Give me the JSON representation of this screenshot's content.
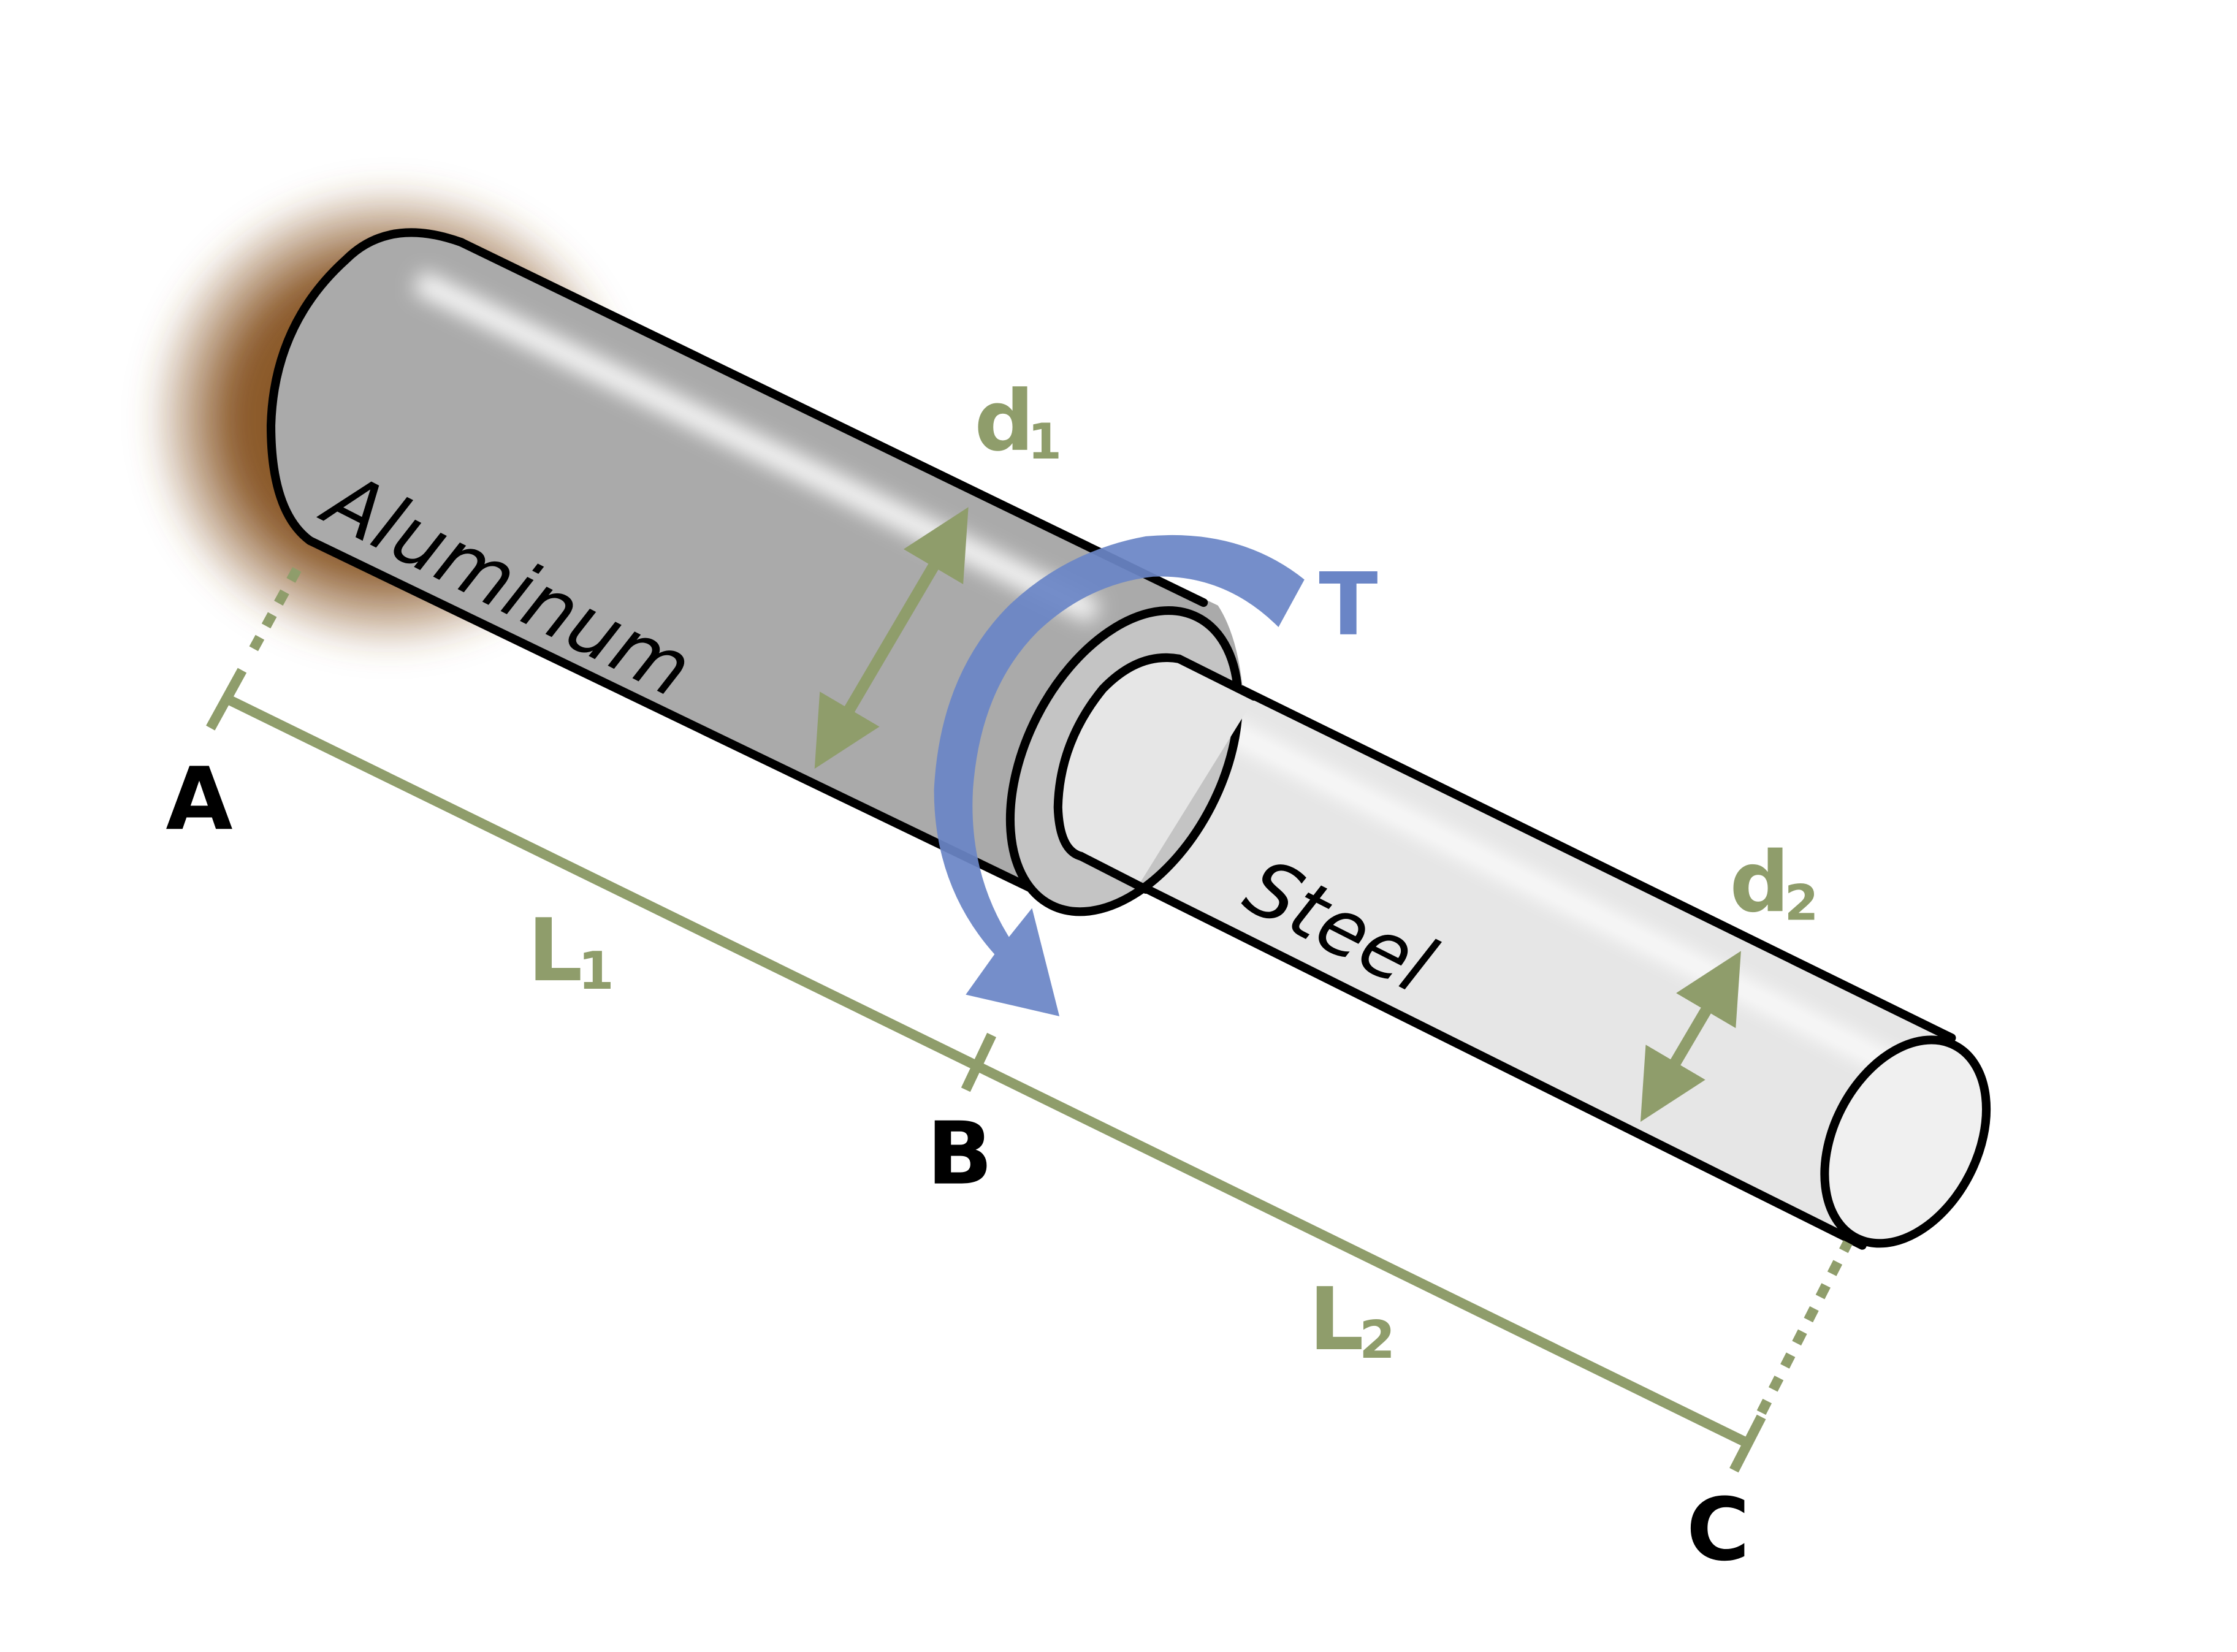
{
  "labels": {
    "aluminum": "Aluminum",
    "steel": "Steel",
    "torque": "T",
    "point_a": "A",
    "point_b": "B",
    "point_c": "C",
    "d1_main": "d",
    "d1_sub": "1",
    "d2_main": "d",
    "d2_sub": "2",
    "l1_main": "L",
    "l1_sub": "1",
    "l2_main": "L",
    "l2_sub": "2"
  },
  "colors": {
    "dimension": "#8f9d6b",
    "torque": "#6a85c6",
    "wall": "#8b5a2b",
    "aluminum": "#aaaaaa",
    "steel": "#e6e6e6",
    "outline": "#000000"
  }
}
